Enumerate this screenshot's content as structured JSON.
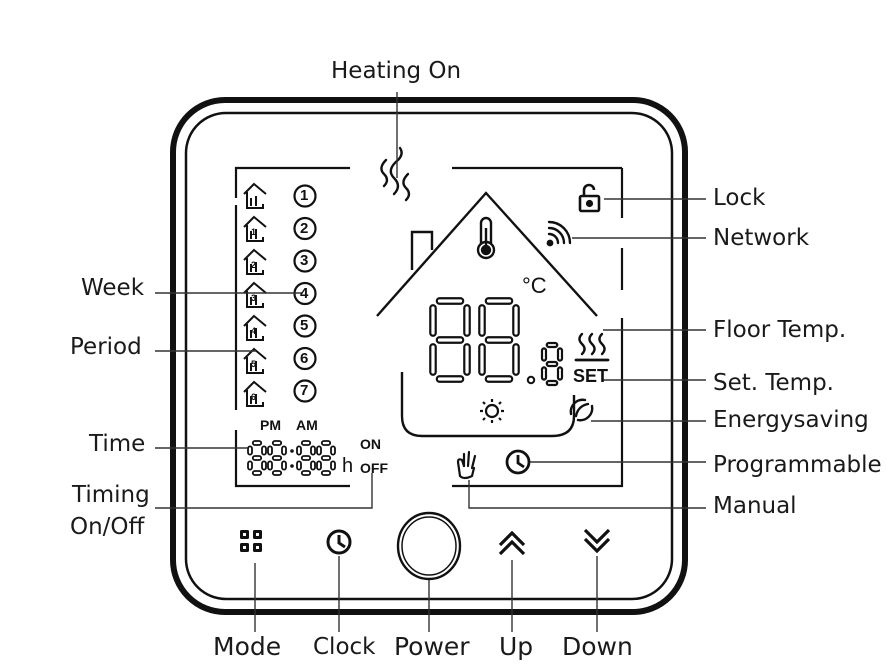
{
  "callouts": {
    "heating_on": "Heating On",
    "lock": "Lock",
    "network": "Network",
    "week": "Week",
    "period": "Period",
    "floor_temp": "Floor Temp.",
    "set_temp": "Set. Temp.",
    "energysaving": "Energysaving",
    "time": "Time",
    "programmable": "Programmable",
    "timing_line1": "Timing",
    "timing_line2": "On/Off",
    "manual": "Manual",
    "mode": "Mode",
    "clock": "Clock",
    "power": "Power",
    "up": "Up",
    "down": "Down"
  },
  "display": {
    "day_numbers": [
      "1",
      "2",
      "3",
      "4",
      "5",
      "6",
      "7"
    ],
    "period_marks": [
      "1",
      "2",
      "3",
      "4",
      "5",
      "6"
    ],
    "pm": "PM",
    "am": "AM",
    "on": "ON",
    "off": "OFF",
    "hour_unit": "h",
    "set": "SET",
    "unit": "°C"
  },
  "colors": {
    "stroke": "#111111",
    "leader": "#333333",
    "background": "#ffffff"
  },
  "icons": [
    "flame-icon",
    "lock-icon",
    "network-icon",
    "thermometer-icon",
    "floor-heating-icon",
    "sun-icon",
    "leaf-icon",
    "hand-icon",
    "clock-icon",
    "mode-grid-icon",
    "chevron-up-icon",
    "chevron-down-icon",
    "power-ring-icon"
  ]
}
